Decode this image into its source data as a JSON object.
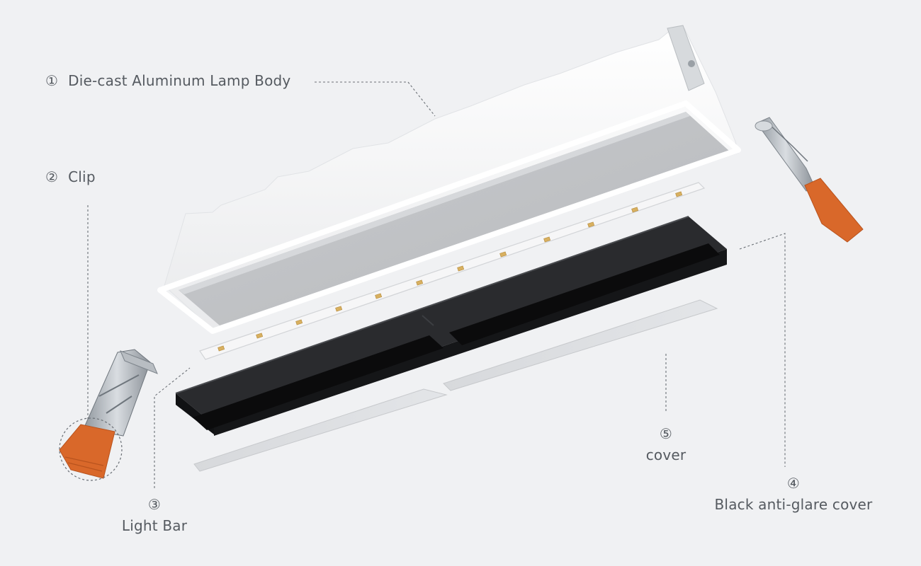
{
  "callouts": {
    "lamp_body": {
      "number": "①",
      "text": "Die-cast Aluminum Lamp Body"
    },
    "clip": {
      "number": "②",
      "text": "Clip"
    },
    "light_bar": {
      "number": "③",
      "text": "Light Bar"
    },
    "anti_glare": {
      "number": "④",
      "text": "Black anti-glare cover"
    },
    "cover": {
      "number": "⑤",
      "text": "cover"
    }
  },
  "colors": {
    "background": "#f0f1f3",
    "label_text": "#555a60",
    "lamp_body": "#ffffff",
    "anti_glare_cover": "#1c1d1f",
    "clip_cap": "#d9682a",
    "led_chip": "#d8b060"
  }
}
